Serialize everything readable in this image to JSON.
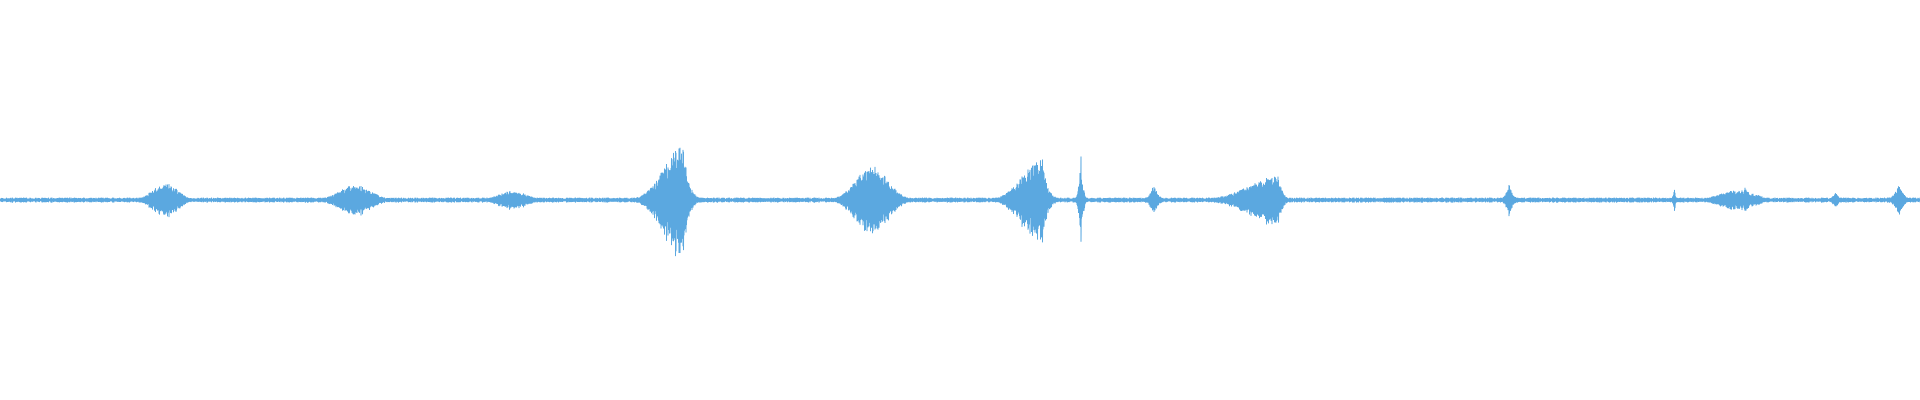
{
  "waveform": {
    "color": "#5ba8e0",
    "background": "#ffffff",
    "baseline_amplitude": 0.012,
    "events": [
      {
        "name": "burst-1",
        "center": 0.086,
        "amplitude": 0.085,
        "width": 0.014,
        "shape": "symmetric"
      },
      {
        "name": "burst-2",
        "center": 0.185,
        "amplitude": 0.075,
        "width": 0.018,
        "shape": "symmetric"
      },
      {
        "name": "burst-3",
        "center": 0.267,
        "amplitude": 0.045,
        "width": 0.016,
        "shape": "symmetric"
      },
      {
        "name": "burst-4",
        "center": 0.356,
        "amplitude": 0.27,
        "width": 0.016,
        "shape": "attack"
      },
      {
        "name": "burst-5",
        "center": 0.454,
        "amplitude": 0.17,
        "width": 0.018,
        "shape": "symmetric"
      },
      {
        "name": "burst-6",
        "center": 0.543,
        "amplitude": 0.21,
        "width": 0.016,
        "shape": "attack"
      },
      {
        "name": "spike-1",
        "center": 0.563,
        "amplitude": 0.23,
        "width": 0.0016,
        "shape": "spike"
      },
      {
        "name": "blip-1",
        "center": 0.601,
        "amplitude": 0.09,
        "width": 0.003,
        "shape": "spike"
      },
      {
        "name": "burst-7",
        "center": 0.666,
        "amplitude": 0.12,
        "width": 0.02,
        "shape": "swell"
      },
      {
        "name": "blip-2",
        "center": 0.786,
        "amplitude": 0.08,
        "width": 0.003,
        "shape": "spike"
      },
      {
        "name": "spike-2",
        "center": 0.872,
        "amplitude": 0.07,
        "width": 0.0012,
        "shape": "spike"
      },
      {
        "name": "burst-8",
        "center": 0.905,
        "amplitude": 0.05,
        "width": 0.02,
        "shape": "symmetric"
      },
      {
        "name": "blip-3",
        "center": 0.909,
        "amplitude": 0.07,
        "width": 0.002,
        "shape": "spike"
      },
      {
        "name": "blip-4",
        "center": 0.956,
        "amplitude": 0.04,
        "width": 0.003,
        "shape": "spike"
      },
      {
        "name": "blip-5",
        "center": 0.989,
        "amplitude": 0.08,
        "width": 0.004,
        "shape": "spike"
      }
    ]
  }
}
